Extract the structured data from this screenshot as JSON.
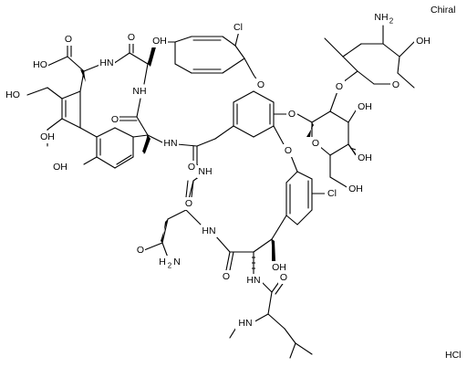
{
  "header": {
    "chiral_flag": "Chiral"
  },
  "footer": {
    "salt_label": "HCl"
  },
  "atoms": {
    "oh_acid": "HO",
    "o_acid": "O",
    "hn_top": "HN",
    "o_top1": "O",
    "oh_top": "OH",
    "cl_top": "Cl",
    "nh_top": "NH",
    "o_mid": "O",
    "ho_res1": "HO",
    "oh_res2": "OH",
    "oh_ph": "OH",
    "hn_mid": "HN",
    "o_amide1": "O",
    "nh_mid": "NH",
    "o_ether1": "O",
    "o_ether2": "O",
    "o_ring_ether": "O",
    "o_glyco": "O",
    "o_sugar_ring": "O",
    "oh_sugar1": "OH",
    "oh_sugar2": "OH",
    "oh_ch2": "OH",
    "o_amino_sugar_link": "O",
    "o_amino_sugar_ring": "O",
    "oh_amino_sugar": "OH",
    "nh2_amino_sugar": "NH",
    "nh2_sub": "2",
    "cl_low": "Cl",
    "o_left_amide": "O",
    "hn_low": "HN",
    "o_asn": "O",
    "h2n_asn": "H",
    "h2n_sub": "2",
    "h2n_n": "N",
    "o_low_amide": "O",
    "oh_low": "OH",
    "hn_leu": "HN",
    "o_leu": "O",
    "hn_methyl": "HN"
  }
}
